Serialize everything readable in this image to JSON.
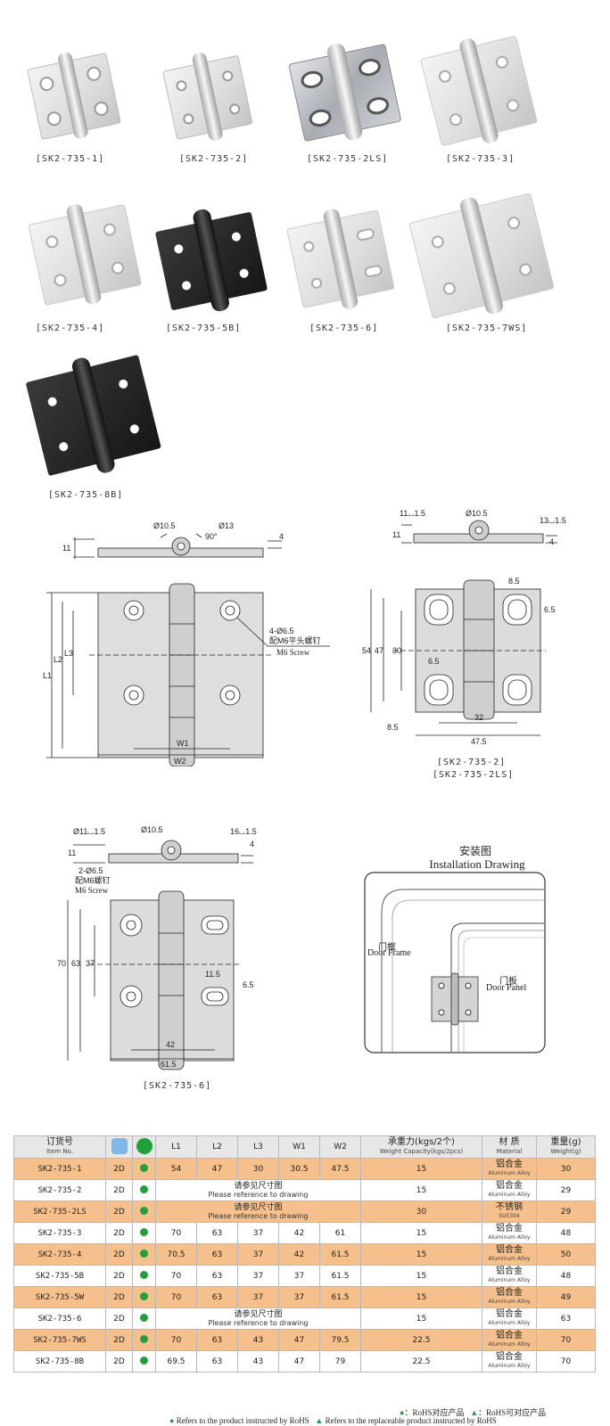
{
  "products": [
    {
      "label": "[SK2-735-1]",
      "finish": "silver"
    },
    {
      "label": "[SK2-735-2]",
      "finish": "silver"
    },
    {
      "label": "[SK2-735-2LS]",
      "finish": "steel"
    },
    {
      "label": "[SK2-735-3]",
      "finish": "silver"
    },
    {
      "label": "[SK2-735-4]",
      "finish": "silver"
    },
    {
      "label": "[SK2-735-5B]",
      "finish": "black"
    },
    {
      "label": "[SK2-735-6]",
      "finish": "silver"
    },
    {
      "label": "[SK2-735-7WS]",
      "finish": "silver"
    },
    {
      "label": "[SK2-735-8B]",
      "finish": "black"
    }
  ],
  "drawing1": {
    "dia_a": "Ø10.5",
    "dia_b": "Ø13",
    "angle": "90°",
    "thick": "4",
    "height": "11",
    "l1": "L1",
    "l2": "L2",
    "l3": "L3",
    "w1": "W1",
    "w2": "W2",
    "hole": "4-Ø6.5",
    "screw_cn": "配M6平头螺钉",
    "screw_en": "M6 Screw"
  },
  "drawing2": {
    "top_left": "11⌴1.5",
    "dia": "Ø10.5",
    "top_right": "13⌴1.5",
    "height": "11",
    "thick": "4",
    "d85a": "8.5",
    "d65a": "6.5",
    "d54": "54",
    "d47": "47",
    "d30": "30",
    "d65b": "6.5",
    "d85b": "8.5",
    "d32": "32",
    "d475": "47.5",
    "caption1": "[SK2-735-2]",
    "caption2": "[SK2-735-2LS]"
  },
  "drawing3": {
    "top_left": "Ø11⌴1.5",
    "dia": "Ø10.5",
    "top_right": "16⌴1.5",
    "height": "11",
    "thick": "4",
    "hole": "2-Ø6.5",
    "screw_cn": "配M6螺钉",
    "screw_en": "M6 Screw",
    "d70": "70",
    "d63": "63",
    "d37": "37",
    "d115": "11.5",
    "d65": "6.5",
    "d42": "42",
    "d615": "61.5",
    "caption": "[SK2-735-6]"
  },
  "install": {
    "title_cn": "安装图",
    "title_en": "Installation Drawing",
    "frame_cn": "门框",
    "frame_en": "Door Frame",
    "panel_cn": "门板",
    "panel_en": "Door Panel"
  },
  "table": {
    "headers": {
      "item_cn": "订货号",
      "item_en": "Item No.",
      "cad_icon": "cad-2d-icon",
      "rohs_icon": "rohs-icon",
      "l1": "L1",
      "l2": "L2",
      "l3": "L3",
      "w1": "W1",
      "w2": "W2",
      "cap_cn": "承重力(kgs/2个)",
      "cap_en": "Weight Capacity(kgs/2pcs)",
      "mat_cn": "材 质",
      "mat_en": "Material",
      "wt_cn": "重量(g)",
      "wt_en": "Weight(g)"
    },
    "rows": [
      {
        "item": "SK2-735-1",
        "cad": "2D",
        "l1": "54",
        "l2": "47",
        "l3": "30",
        "w1": "30.5",
        "w2": "47.5",
        "cap": "15",
        "mat_cn": "铝合金",
        "mat_en": "Aluminum Alloy",
        "weight": "30",
        "orange": true
      },
      {
        "item": "SK2-735-2",
        "cad": "2D",
        "merged_cn": "请参见尺寸图",
        "merged_en": "Please reference to drawing",
        "cap": "15",
        "mat_cn": "铝合金",
        "mat_en": "Aluminum Alloy",
        "weight": "29",
        "orange": false
      },
      {
        "item": "SK2-735-2LS",
        "cad": "2D",
        "merged_cn": "请参见尺寸图",
        "merged_en": "Please reference to drawing",
        "cap": "30",
        "mat_cn": "不锈钢",
        "mat_en": "SUS304",
        "weight": "29",
        "orange": true
      },
      {
        "item": "SK2-735-3",
        "cad": "2D",
        "l1": "70",
        "l2": "63",
        "l3": "37",
        "w1": "42",
        "w2": "61",
        "cap": "15",
        "mat_cn": "铝合金",
        "mat_en": "Aluminum Alloy",
        "weight": "48",
        "orange": false
      },
      {
        "item": "SK2-735-4",
        "cad": "2D",
        "l1": "70.5",
        "l2": "63",
        "l3": "37",
        "w1": "42",
        "w2": "61.5",
        "cap": "15",
        "mat_cn": "铝合金",
        "mat_en": "Aluminum Alloy",
        "weight": "50",
        "orange": true
      },
      {
        "item": "SK2-735-5B",
        "cad": "2D",
        "l1": "70",
        "l2": "63",
        "l3": "37",
        "w1": "37",
        "w2": "61.5",
        "cap": "15",
        "mat_cn": "铝合金",
        "mat_en": "Aluminum Alloy",
        "weight": "48",
        "orange": false
      },
      {
        "item": "SK2-735-5W",
        "cad": "2D",
        "l1": "70",
        "l2": "63",
        "l3": "37",
        "w1": "37",
        "w2": "61.5",
        "cap": "15",
        "mat_cn": "铝合金",
        "mat_en": "Aluminum Alloy",
        "weight": "49",
        "orange": true
      },
      {
        "item": "SK2-735-6",
        "cad": "2D",
        "merged_cn": "请参见尺寸图",
        "merged_en": "Please reference to drawing",
        "cap": "15",
        "mat_cn": "铝合金",
        "mat_en": "Aluminum Alloy",
        "weight": "63",
        "orange": false
      },
      {
        "item": "SK2-735-7WS",
        "cad": "2D",
        "l1": "70",
        "l2": "63",
        "l3": "43",
        "w1": "47",
        "w2": "79.5",
        "cap": "22.5",
        "mat_cn": "铝合金",
        "mat_en": "Aluminum Alloy",
        "weight": "70",
        "orange": true
      },
      {
        "item": "SK2-735-8B",
        "cad": "2D",
        "l1": "69.5",
        "l2": "63",
        "l3": "43",
        "w1": "47",
        "w2": "79",
        "cap": "22.5",
        "mat_cn": "铝合金",
        "mat_en": "Aluminum Alloy",
        "weight": "70",
        "orange": false
      }
    ]
  },
  "footer": {
    "line1_a": "：RoHS对应产品",
    "line1_b": "：RoHS可对应产品",
    "line2_a": "Refers to the product instructed by RoHS",
    "line2_b": "Refers to the replaceable product instructed by RoHS",
    "rohs_color": "#1fa13a"
  }
}
